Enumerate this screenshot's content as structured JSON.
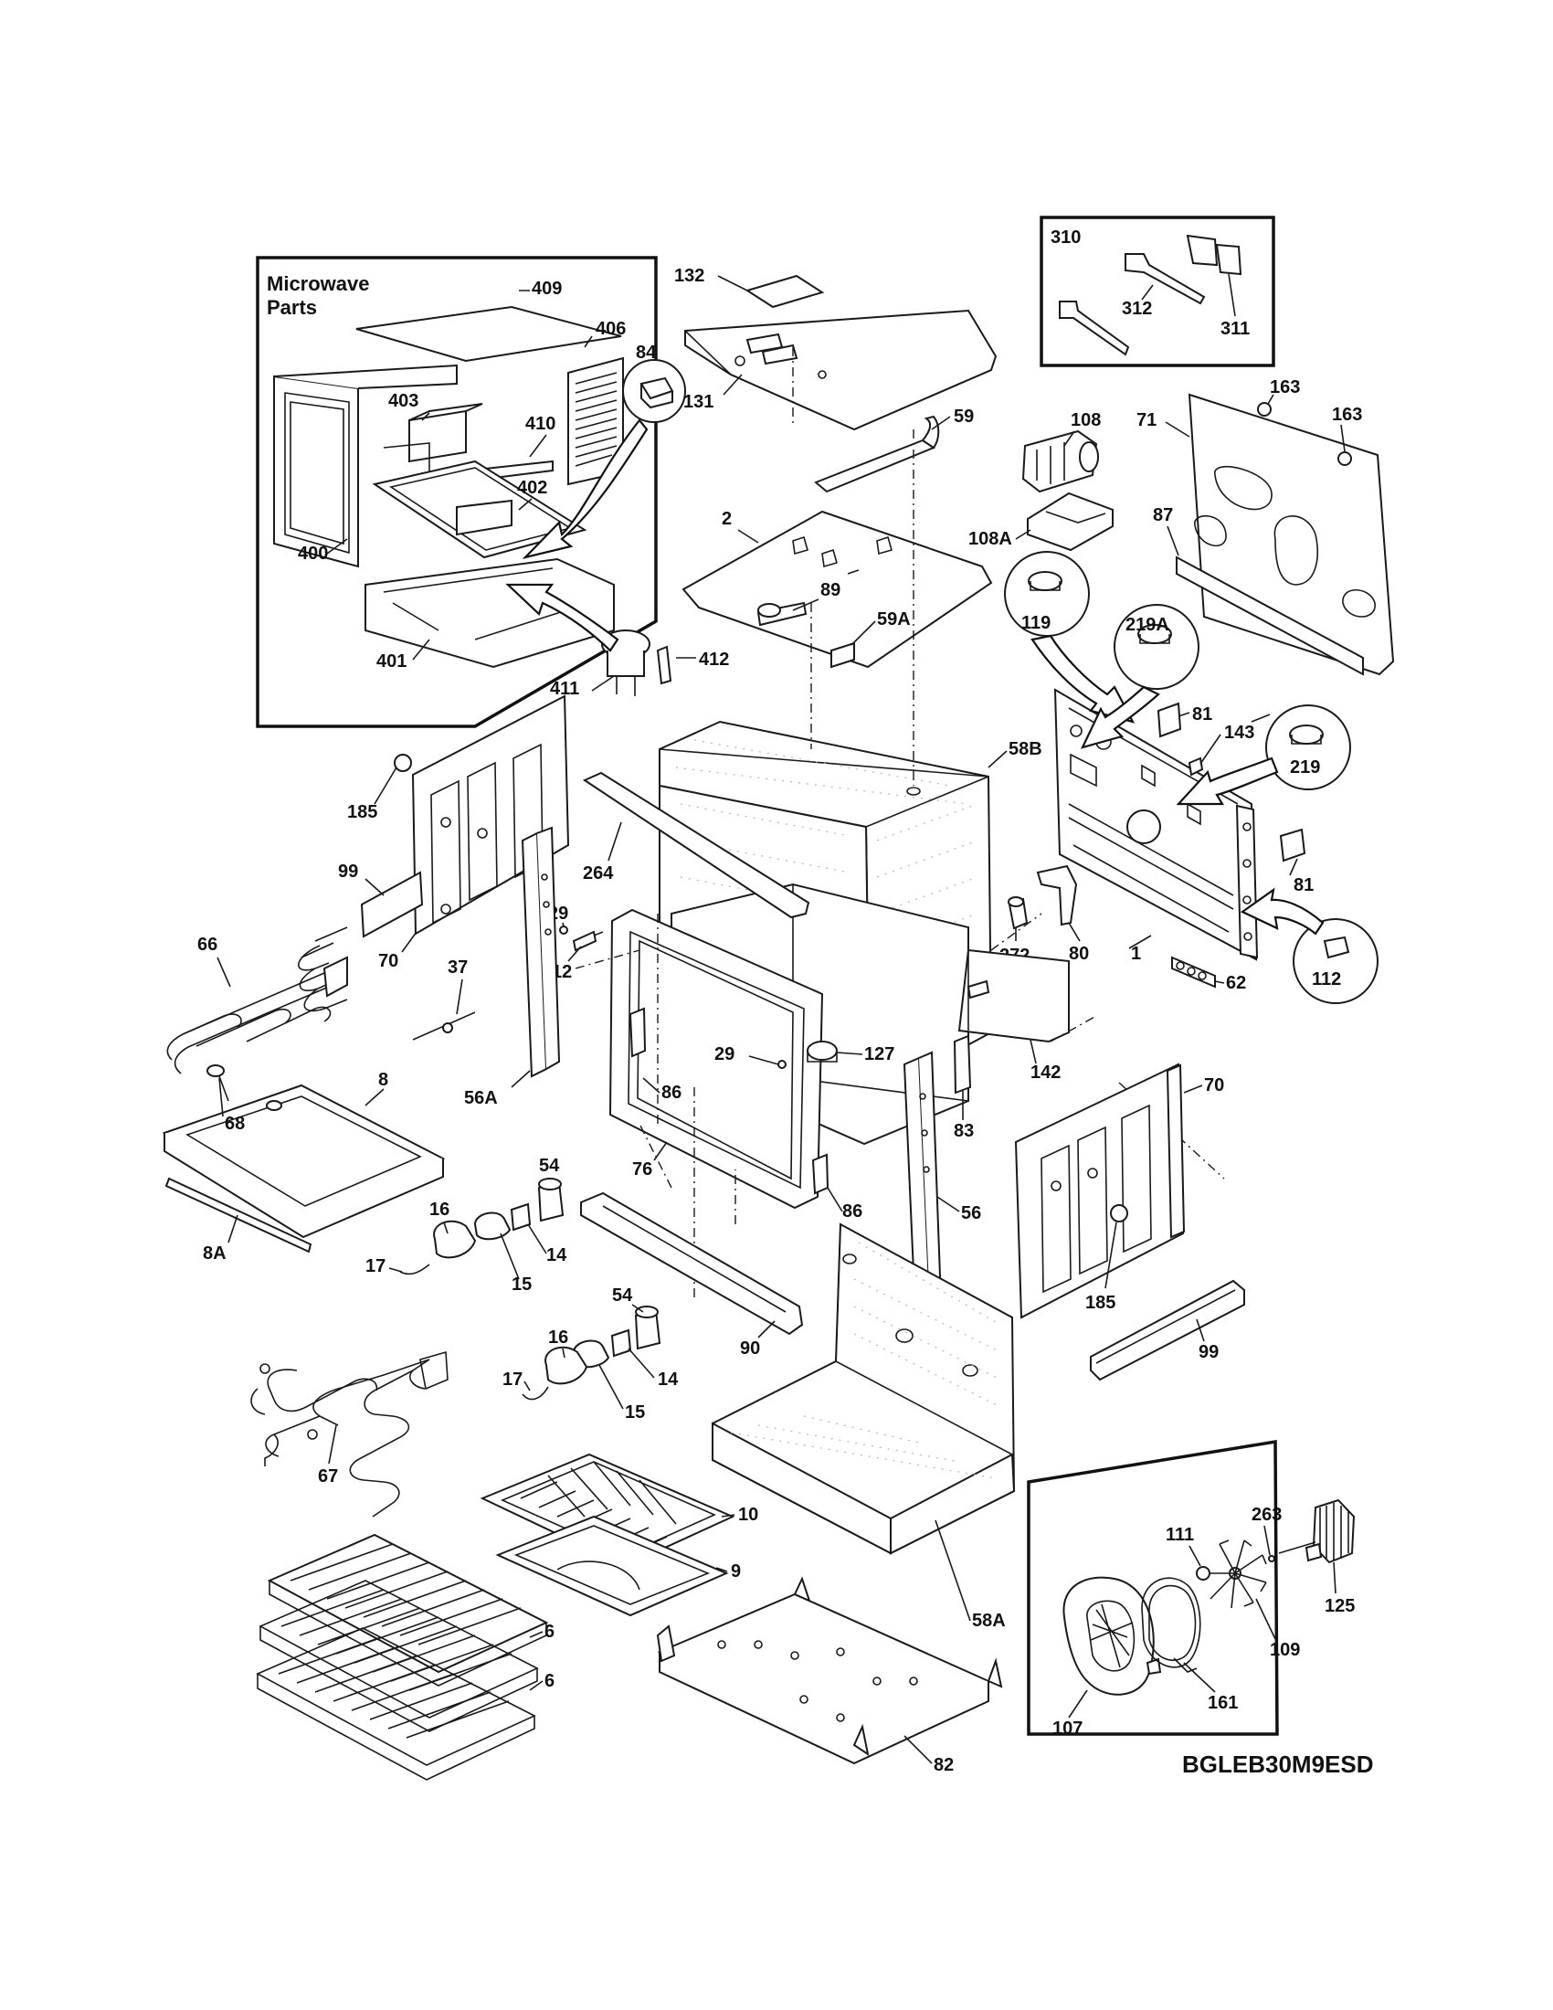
{
  "model": "BGLEB30M9ESD",
  "microwave_title_line1": "Microwave",
  "microwave_title_line2": "Parts",
  "labels": {
    "p409": "409",
    "p406": "406",
    "p403": "403",
    "p410": "410",
    "p402": "402",
    "p400": "400",
    "p401": "401",
    "p411": "411",
    "p412": "412",
    "p84": "84",
    "p132": "132",
    "p131": "131",
    "p59": "59",
    "p2": "2",
    "p89": "89",
    "p59A": "59A",
    "p310": "310",
    "p312": "312",
    "p311": "311",
    "p108": "108",
    "p108A": "108A",
    "p163a": "163",
    "p163b": "163",
    "p71": "71",
    "p87": "87",
    "p119": "119",
    "p219A": "219A",
    "p81a": "81",
    "p143": "143",
    "p219": "219",
    "p81b": "81",
    "p1": "1",
    "p112": "112",
    "p80": "80",
    "p272": "272",
    "p62": "62",
    "p58B": "58B",
    "p264": "264",
    "p185a": "185",
    "p99a": "99",
    "p70a": "70",
    "p29a": "29",
    "p37": "37",
    "p12": "12",
    "p66": "66",
    "p56A": "56A",
    "p29b": "29",
    "p127": "127",
    "p86a": "86",
    "p142": "142",
    "p83": "83",
    "p8": "8",
    "p68": "68",
    "p8A": "8A",
    "p76": "76",
    "p54a": "54",
    "p16a": "16",
    "p14a": "14",
    "p15a": "15",
    "p17a": "17",
    "p86b": "86",
    "p56": "56",
    "p70b": "70",
    "p185b": "185",
    "p99b": "99",
    "p90": "90",
    "p54b": "54",
    "p16b": "16",
    "p14b": "14",
    "p15b": "15",
    "p17b": "17",
    "p67": "67",
    "p10": "10",
    "p9": "9",
    "p58A": "58A",
    "p6a": "6",
    "p6b": "6",
    "p82": "82",
    "p263": "263",
    "p111": "111",
    "p125": "125",
    "p109": "109",
    "p161": "161",
    "p107": "107"
  }
}
